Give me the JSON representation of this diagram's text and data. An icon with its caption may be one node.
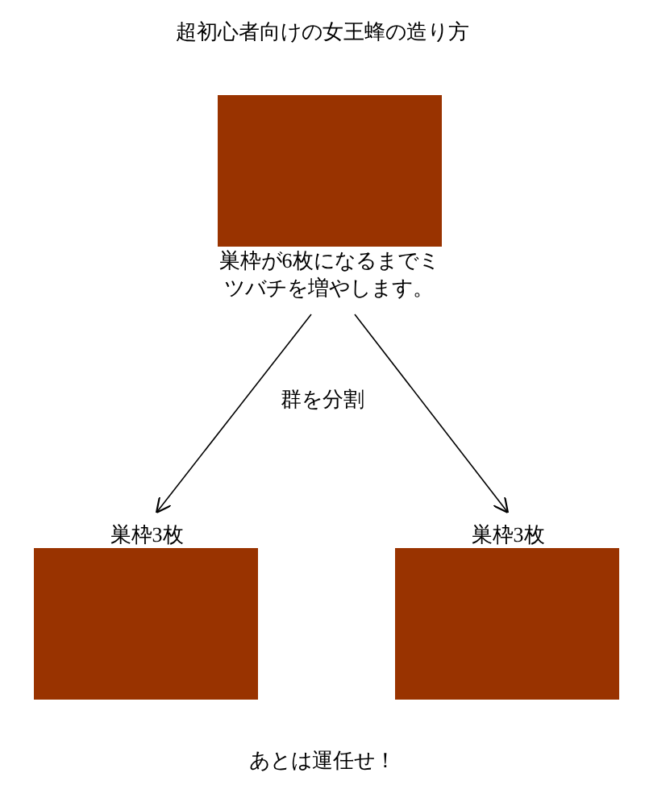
{
  "diagram": {
    "title": "超初心者向けの女王蜂の造り方",
    "nodes": [
      {
        "text": [
          "巣枠が6枚になるまでミツバチを増やします。"
        ]
      },
      {
        "text": [
          "巣枠3枚"
        ]
      },
      {
        "text": [
          "巣枠3枚"
        ]
      }
    ],
    "edges": [
      {
        "from": 0,
        "to": 1,
        "arrow": "to"
      },
      {
        "from": 0,
        "to": 2,
        "arrow": "to"
      }
    ],
    "labels": [
      "群を分割",
      "あとは運任せ！"
    ]
  }
}
